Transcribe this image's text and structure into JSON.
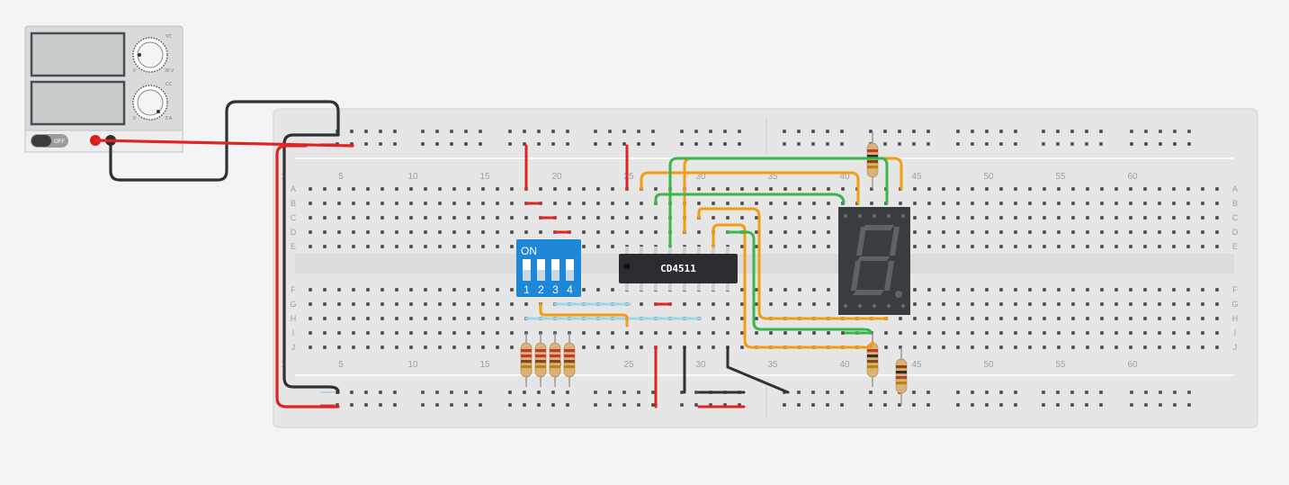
{
  "power_supply": {
    "switch_label": "OFF",
    "voltage_knob": {
      "mode_label": "VC",
      "min_label": "0",
      "max_label": "30 V"
    },
    "current_knob": {
      "mode_label": "CC",
      "min_label": "0",
      "max_label": "5 A"
    }
  },
  "breadboard": {
    "column_labels": [
      "1",
      "5",
      "10",
      "15",
      "20",
      "25",
      "30",
      "35",
      "40",
      "45",
      "50",
      "55",
      "60"
    ],
    "row_labels_top": [
      "A",
      "B",
      "C",
      "D",
      "E"
    ],
    "row_labels_bottom": [
      "F",
      "G",
      "H",
      "I",
      "J"
    ]
  },
  "ic": {
    "label": "CD4511"
  },
  "dip_switch": {
    "on_label": "ON",
    "switch_numbers": [
      "1",
      "2",
      "3",
      "4"
    ]
  },
  "seven_segment": {
    "digit": "8"
  },
  "colors": {
    "wire_red": "#e02424",
    "wire_black": "#2f3133",
    "wire_orange": "#f39c12",
    "wire_green": "#3cb54a",
    "wire_lightblue": "#9cd6e8",
    "dip_blue": "#1e88d6",
    "display_body": "#3a3d40",
    "chip_body": "#2b2c2f"
  }
}
